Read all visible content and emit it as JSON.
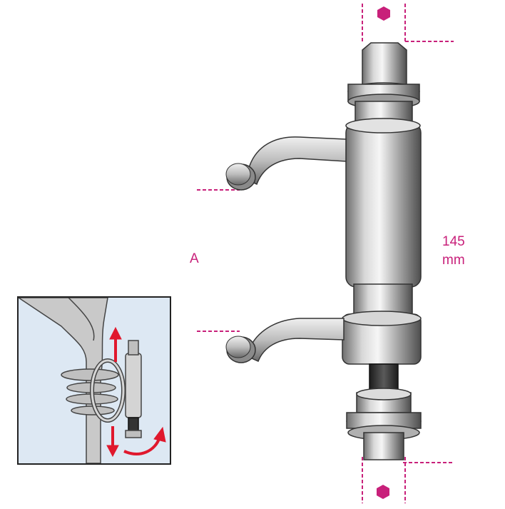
{
  "labels": {
    "a": "A",
    "dim_value": "145",
    "dim_unit": "mm"
  },
  "colors": {
    "dimension": "#c8207a",
    "arrow": "#e0182d",
    "inset_bg": "#dde8f3"
  },
  "icons": {
    "top_hex": "hexagon-icon",
    "bottom_hex": "hexagon-icon"
  }
}
